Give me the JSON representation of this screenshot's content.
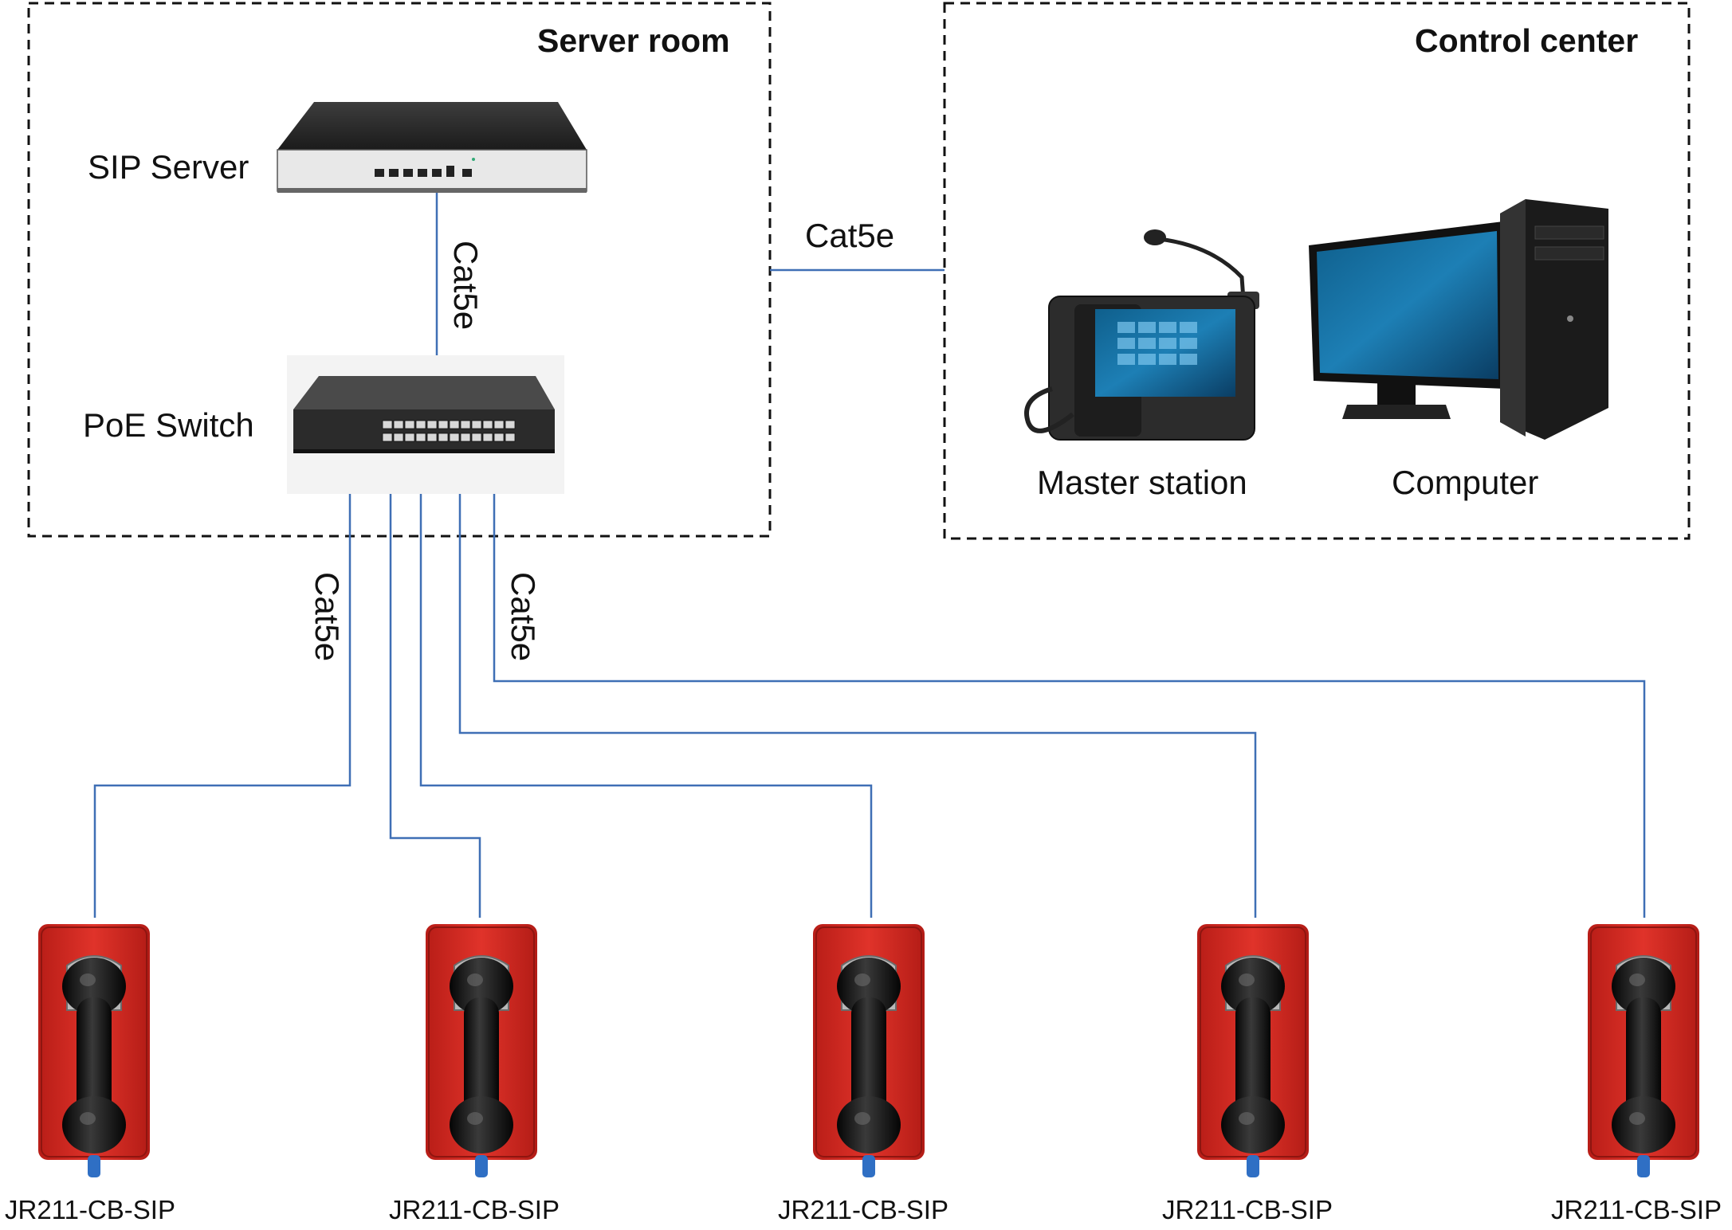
{
  "zones": {
    "server_room": "Server room",
    "control_center": "Control center"
  },
  "devices": {
    "sip_server": "SIP Server",
    "poe_switch": "PoE Switch",
    "master_station": "Master station",
    "computer": "Computer"
  },
  "cables": {
    "server_to_switch": "Cat5e",
    "server_room_to_control": "Cat5e",
    "switch_to_phones_left": "Cat5e",
    "switch_to_phones_right": "Cat5e"
  },
  "phones": [
    {
      "label": "JR211-CB-SIP"
    },
    {
      "label": "JR211-CB-SIP"
    },
    {
      "label": "JR211-CB-SIP"
    },
    {
      "label": "JR211-CB-SIP"
    },
    {
      "label": "JR211-CB-SIP"
    }
  ],
  "colors": {
    "cable": "#3f6fb5",
    "phone_body": "#d42a22",
    "handset": "#1a1a1a",
    "zone_border": "#111111"
  }
}
